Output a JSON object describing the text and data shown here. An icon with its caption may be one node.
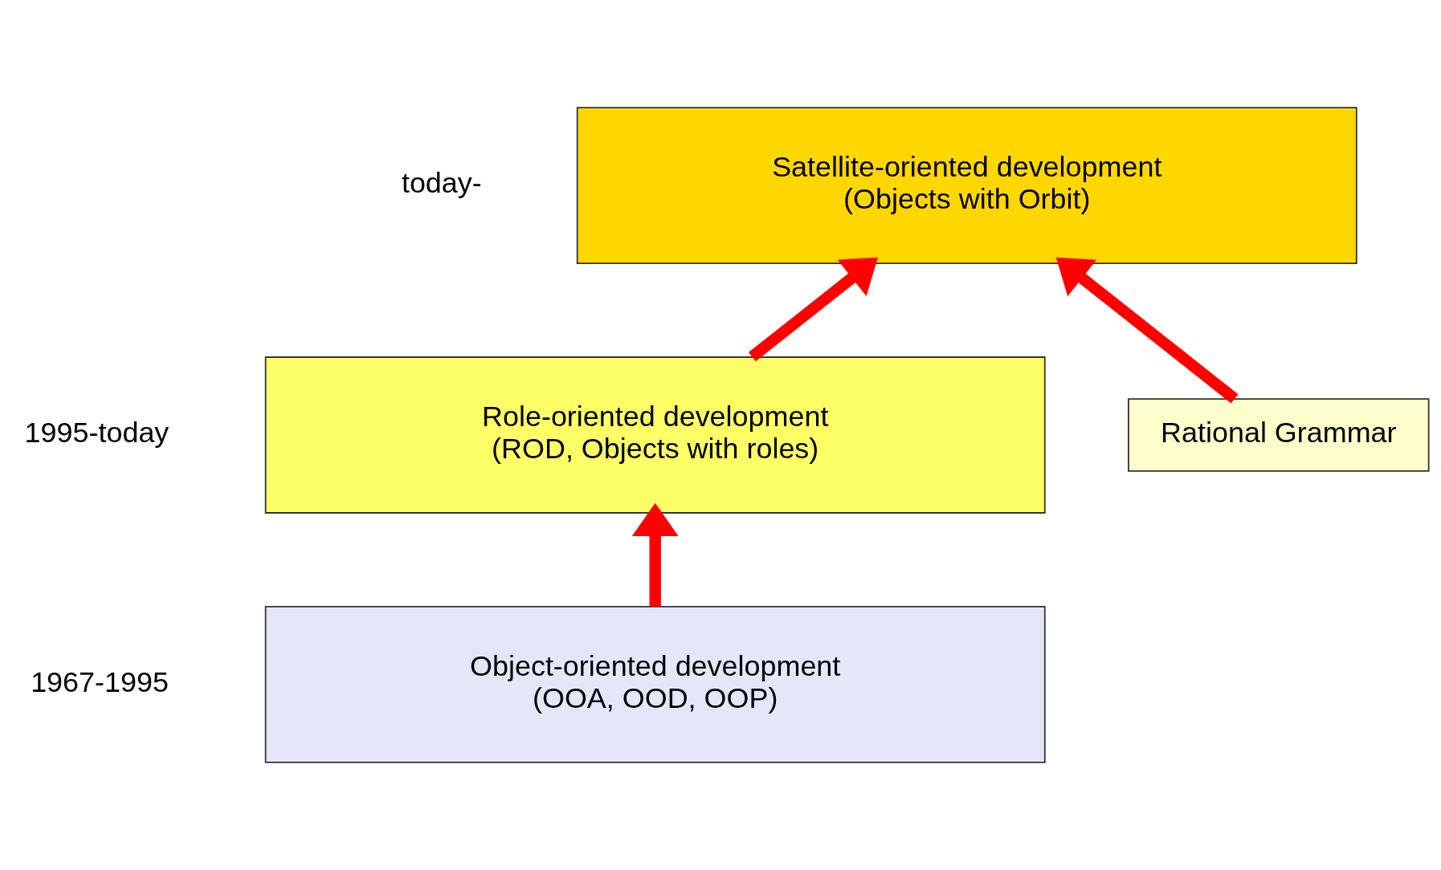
{
  "diagram": {
    "nodes": [
      {
        "text": [
          "Satellite-oriented development",
          "(Objects with Orbit)"
        ],
        "beside": [
          "today-"
        ]
      },
      {
        "text": [
          "Role-oriented development",
          "(ROD, Objects with roles)"
        ],
        "beside": [
          "1995-today"
        ]
      },
      {
        "text": [
          "Object-oriented development",
          "(OOA, OOD, OOP)"
        ],
        "beside": [
          "1967-1995"
        ]
      },
      {
        "text": [
          "Rational Grammar"
        ]
      }
    ],
    "edges": [
      {
        "from": 2,
        "to": 1,
        "arrow": "to"
      },
      {
        "from": 1,
        "to": 0,
        "arrow": "to"
      },
      {
        "from": 3,
        "to": 0,
        "arrow": "to"
      }
    ]
  }
}
